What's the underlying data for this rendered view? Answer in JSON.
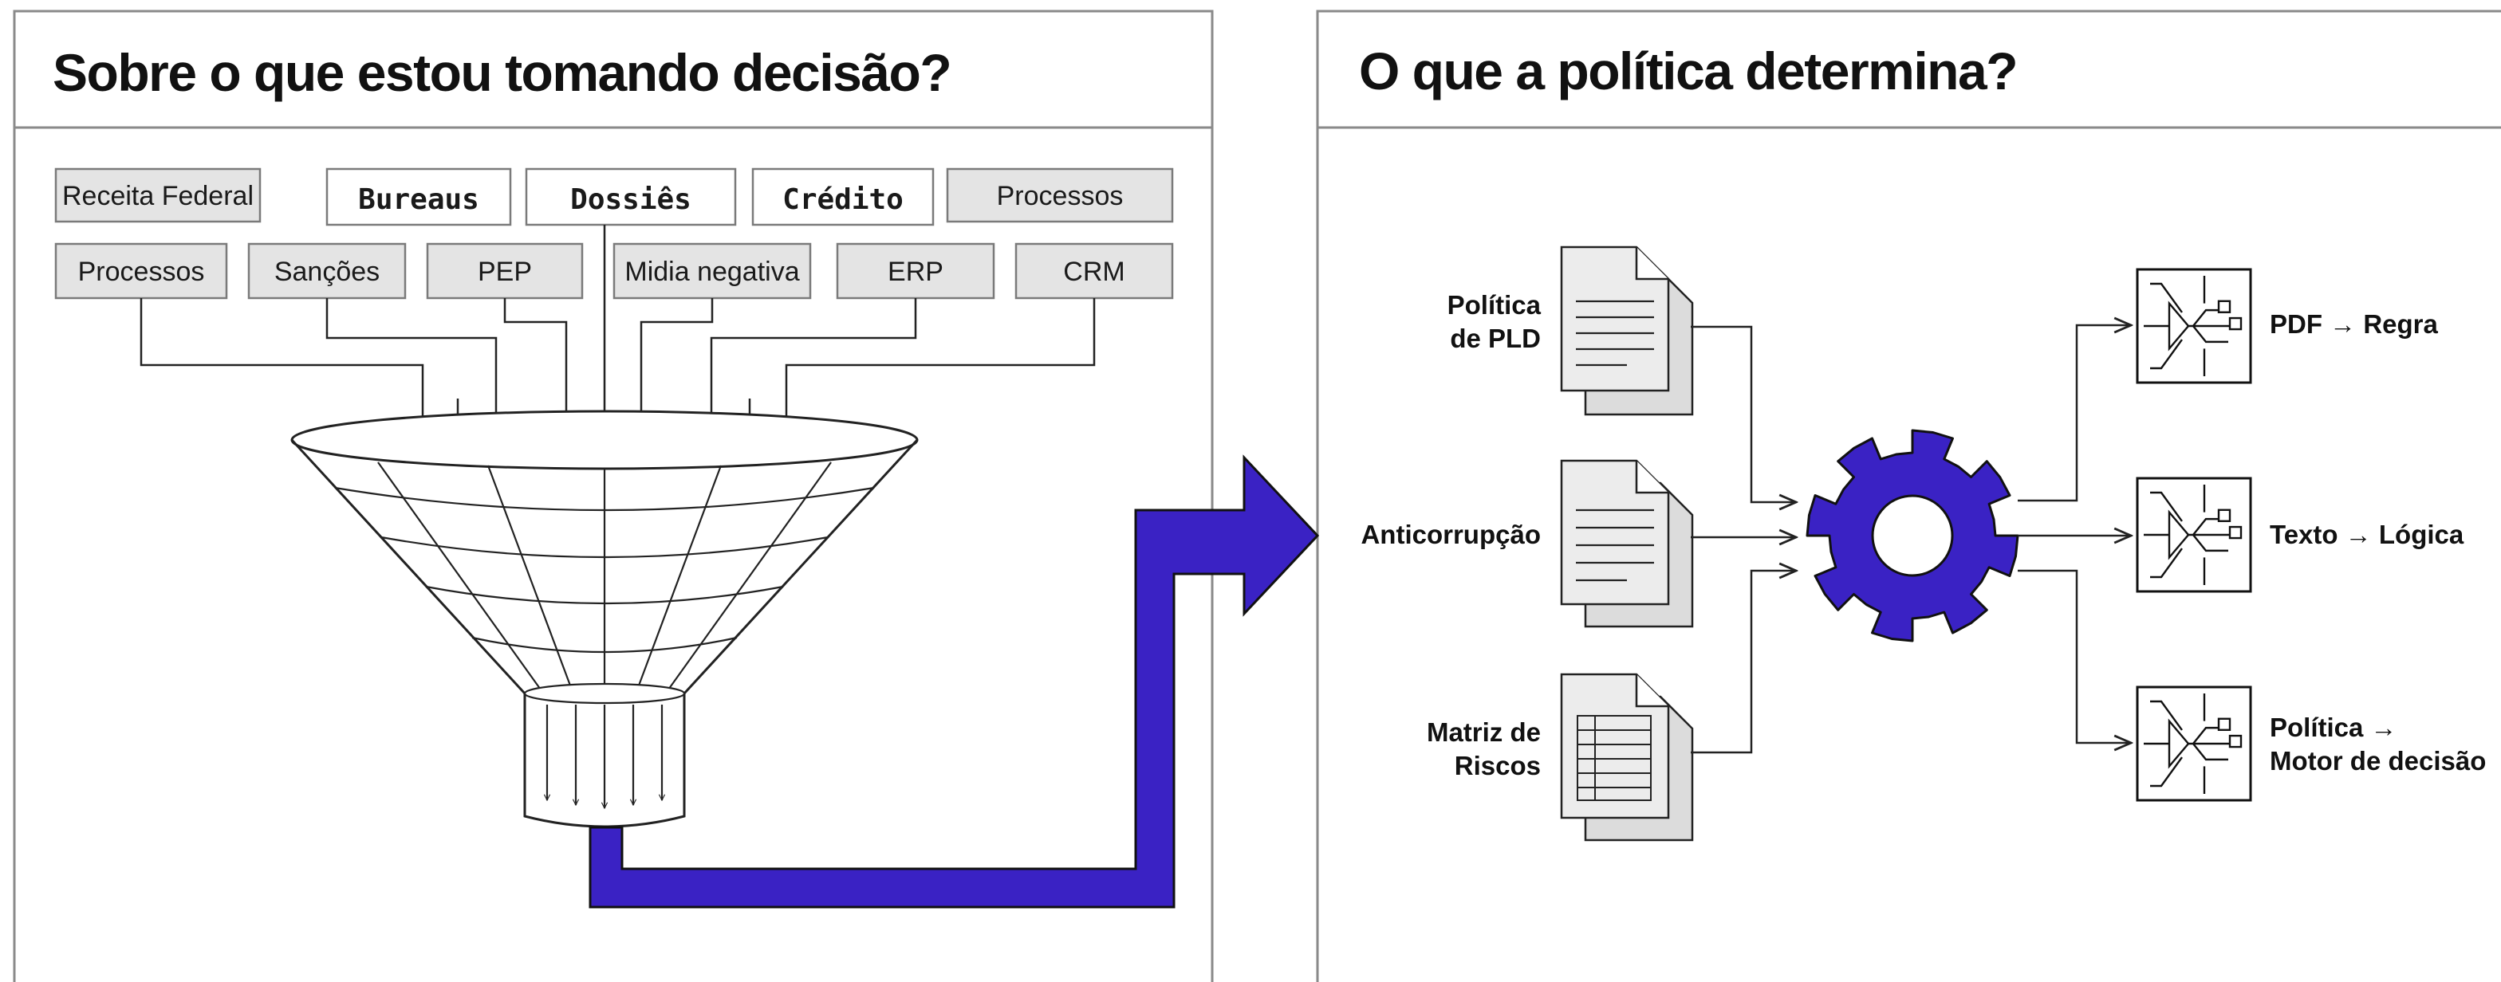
{
  "colors": {
    "accent": "#3a22c4",
    "panel_border": "#8a8a8a",
    "tag_fill": "#e4e4e4",
    "doc_fill": "#e9e9e9"
  },
  "left_panel": {
    "title": "Sobre o que estou tomando decisão?",
    "sources_row1": [
      "Receita Federal",
      "Bureaus",
      "Dossiês",
      "Crédito",
      "Processos"
    ],
    "sources_row2": [
      "Processos",
      "Sanções",
      "PEP",
      "Midia negativa",
      "ERP",
      "CRM"
    ],
    "funnel_icon": "funnel-icon",
    "connector_icon": "arrow-right-icon"
  },
  "right_panel": {
    "title": "O que a política determina?",
    "documents": [
      {
        "line1": "Política",
        "line2": "de PLD",
        "icon": "document-icon"
      },
      {
        "line1": "Anticorrupção",
        "line2": "",
        "icon": "document-icon"
      },
      {
        "line1": "Matriz de",
        "line2": "Riscos",
        "icon": "spreadsheet-document-icon"
      }
    ],
    "engine_icon": "gear-icon",
    "outputs": [
      {
        "line1": "PDF → Regra",
        "line2": "",
        "icon": "circuit-icon"
      },
      {
        "line1": "Texto → Lógica",
        "line2": "",
        "icon": "circuit-icon"
      },
      {
        "line1": "Política →",
        "line2": "Motor de decisão",
        "icon": "circuit-icon"
      }
    ]
  }
}
